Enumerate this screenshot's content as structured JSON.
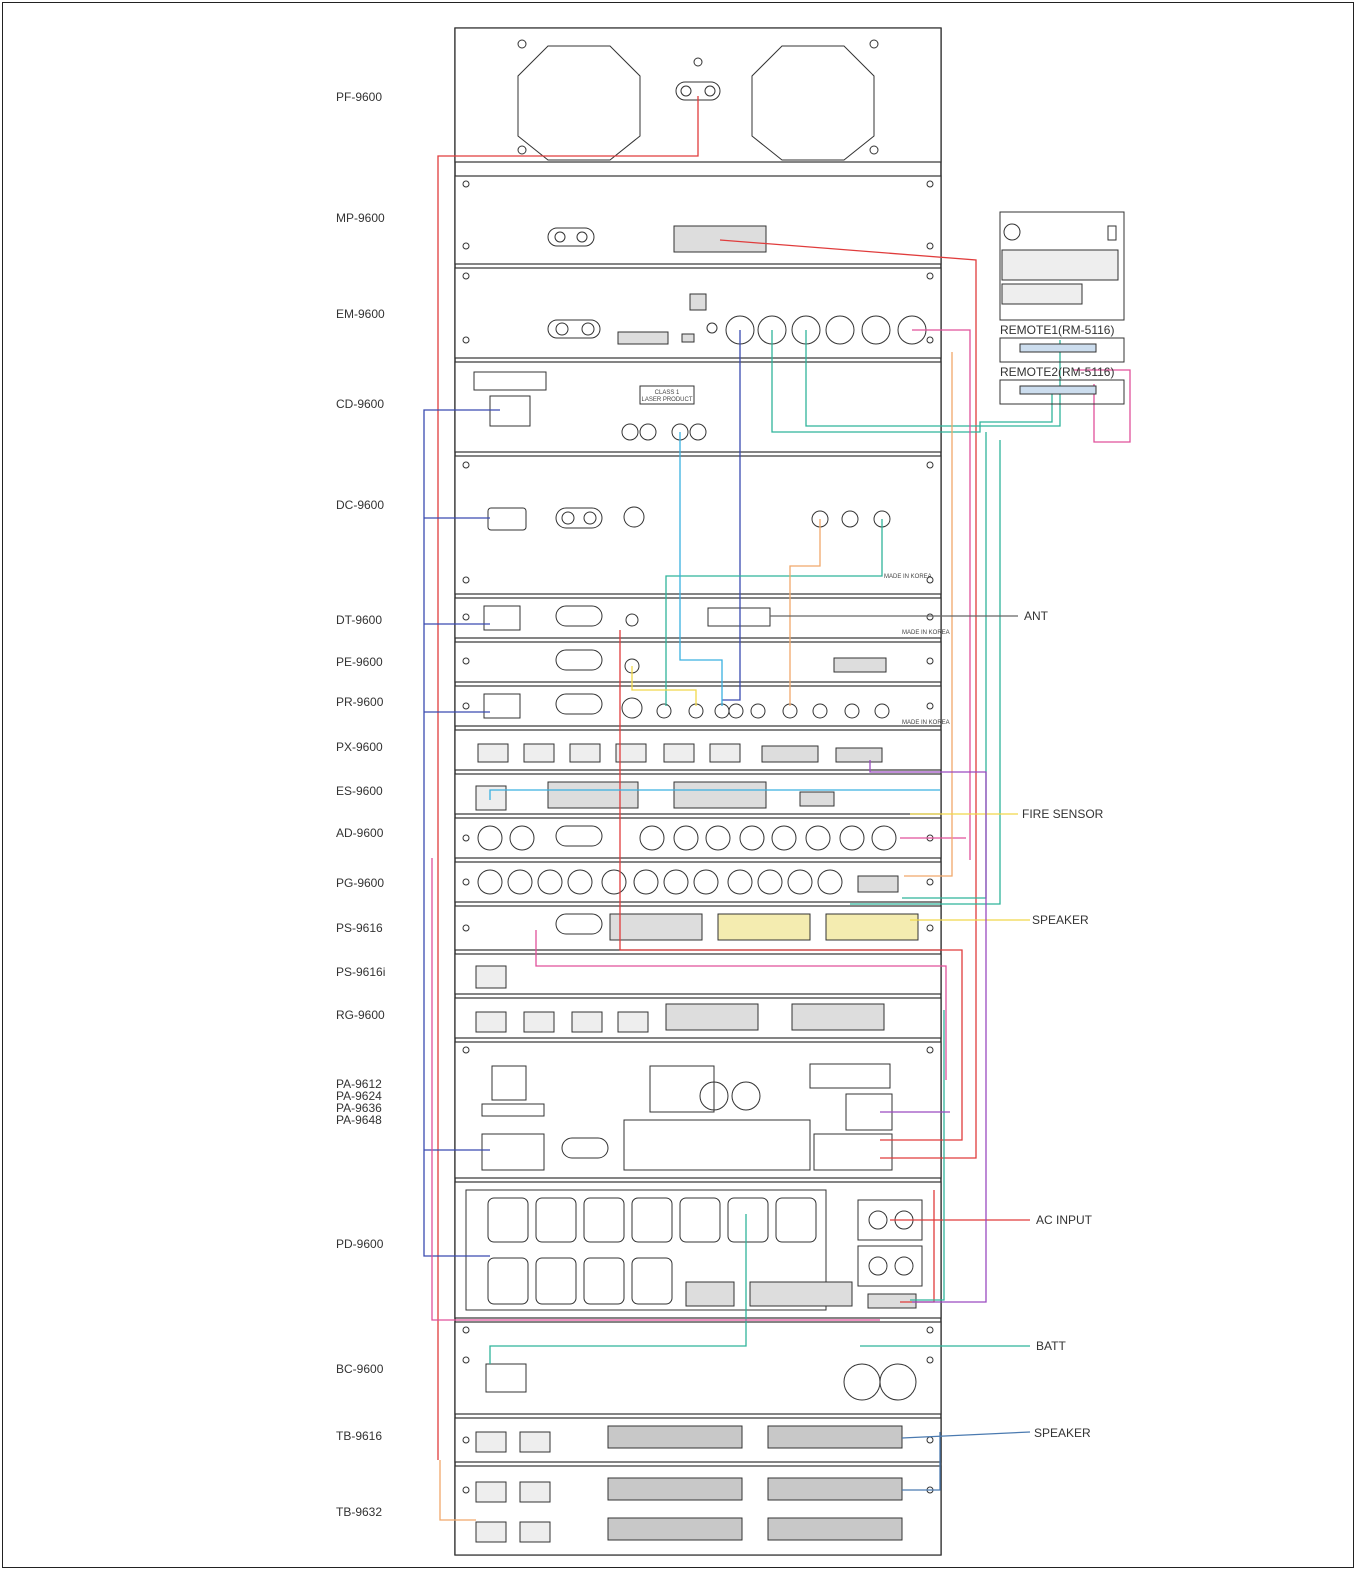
{
  "rack_units": [
    {
      "label": "PF-9600",
      "extra": []
    },
    {
      "label": "MP-9600",
      "extra": []
    },
    {
      "label": "EM-9600",
      "extra": []
    },
    {
      "label": "CD-9600",
      "extra": []
    },
    {
      "label": "DC-9600",
      "extra": []
    },
    {
      "label": "DT-9600",
      "extra": []
    },
    {
      "label": "PE-9600",
      "extra": []
    },
    {
      "label": "PR-9600",
      "extra": []
    },
    {
      "label": "PX-9600",
      "extra": []
    },
    {
      "label": "ES-9600",
      "extra": []
    },
    {
      "label": "AD-9600",
      "extra": []
    },
    {
      "label": "PG-9600",
      "extra": []
    },
    {
      "label": "PS-9616",
      "extra": []
    },
    {
      "label": "PS-9616i",
      "extra": []
    },
    {
      "label": "RG-9600",
      "extra": []
    },
    {
      "label": "PA-9612",
      "extra": [
        "PA-9624",
        "PA-9636",
        "PA-9648"
      ]
    },
    {
      "label": "PD-9600",
      "extra": []
    },
    {
      "label": "BC-9600",
      "extra": []
    },
    {
      "label": "TB-9616",
      "extra": []
    },
    {
      "label": "TB-9632",
      "extra": []
    }
  ],
  "remotes": {
    "remote1": "REMOTE1(RM-5116)",
    "remote2": "REMOTE2(RM-5116)"
  },
  "external": {
    "ant": "ANT",
    "fire_sensor": "FIRE SENSOR",
    "speaker1": "SPEAKER",
    "ac_input": "AC INPUT",
    "batt": "BATT",
    "speaker2": "SPEAKER"
  },
  "panel_text": {
    "laser_line1": "CLASS 1",
    "laser_line2": "LASER PRODUCT",
    "made_in_korea": "MADE IN KOREA"
  },
  "wire_colors": {
    "red": "#e03c3c",
    "blue": "#3a4bb0",
    "teal": "#2fb39a",
    "magenta": "#e0509a",
    "orange": "#f0a86a",
    "yellow": "#f0d84a",
    "purple": "#9a4ac0",
    "cyan": "#3ab0e0",
    "green": "#3cbc6a",
    "steelblue": "#4a7ab0"
  }
}
